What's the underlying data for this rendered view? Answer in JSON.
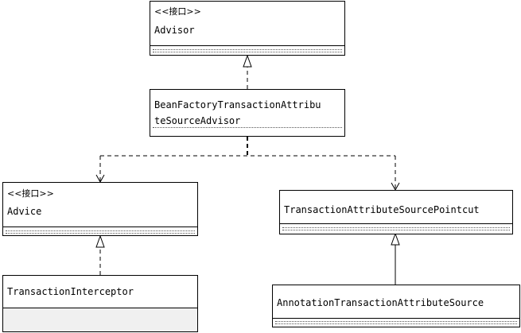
{
  "classes": {
    "advisor": {
      "stereotype": "<<接口>>",
      "name": "Advisor"
    },
    "bean_factory_advisor": {
      "name_line1": "BeanFactoryTransactionAttribu",
      "name_line2": "teSourceAdvisor"
    },
    "advice": {
      "stereotype": "<<接口>>",
      "name": "Advice"
    },
    "pointcut": {
      "name": "TransactionAttributeSourcePointcut"
    },
    "interceptor": {
      "name": "TransactionInterceptor"
    },
    "annotation_source": {
      "name": "AnnotationTransactionAttributeSource"
    }
  },
  "colors": {
    "line": "#000000",
    "shade": "#f0f0f0",
    "background": "#ffffff"
  }
}
